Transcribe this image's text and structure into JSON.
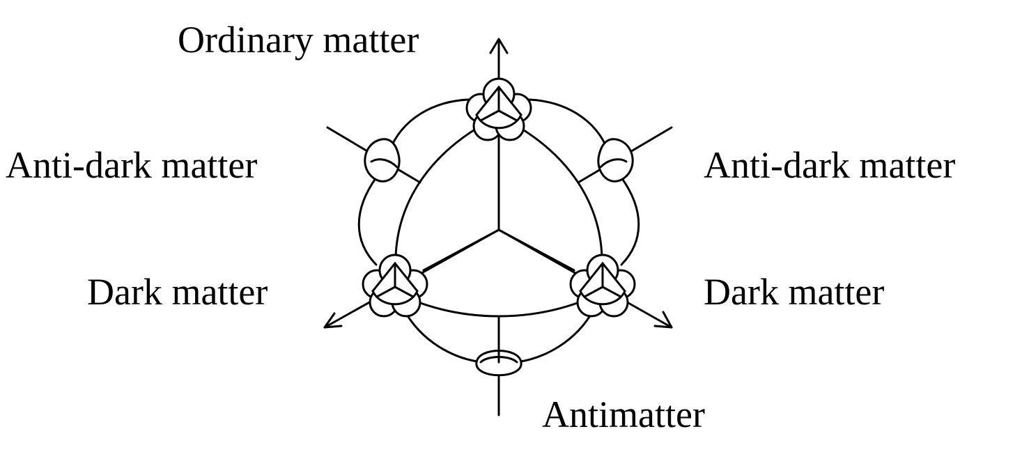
{
  "diagram": {
    "labels": {
      "ordinary_matter": "Ordinary matter",
      "anti_dark_matter_left": "Anti-dark matter",
      "anti_dark_matter_right": "Anti-dark matter",
      "dark_matter_left": "Dark matter",
      "dark_matter_right": "Dark matter",
      "antimatter": "Antimatter"
    }
  }
}
